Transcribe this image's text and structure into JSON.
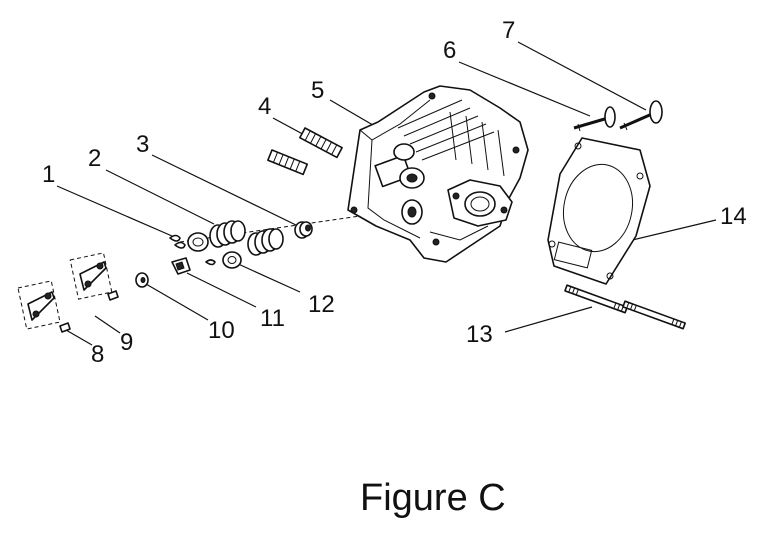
{
  "figure": {
    "caption": "Figure C"
  },
  "callouts": [
    {
      "id": "1",
      "text": "1"
    },
    {
      "id": "2",
      "text": "2"
    },
    {
      "id": "3",
      "text": "3"
    },
    {
      "id": "4",
      "text": "4"
    },
    {
      "id": "5",
      "text": "5"
    },
    {
      "id": "6",
      "text": "6"
    },
    {
      "id": "7",
      "text": "7"
    },
    {
      "id": "8",
      "text": "8"
    },
    {
      "id": "9",
      "text": "9"
    },
    {
      "id": "10",
      "text": "10"
    },
    {
      "id": "11",
      "text": "11"
    },
    {
      "id": "12",
      "text": "12"
    },
    {
      "id": "13",
      "text": "13"
    },
    {
      "id": "14",
      "text": "14"
    }
  ]
}
